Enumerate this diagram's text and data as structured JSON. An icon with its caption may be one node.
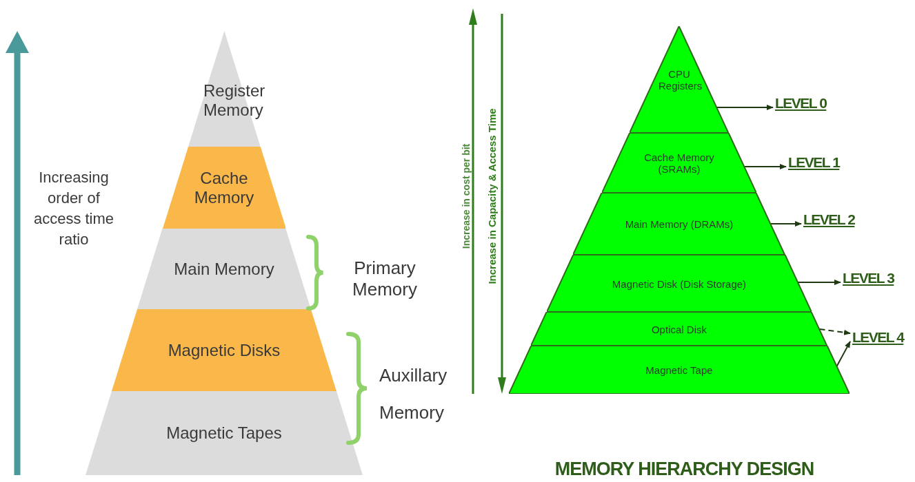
{
  "diagram": {
    "caption": "MEMORY HIERARCHY DESIGN",
    "nodes": [
      {
        "text": [
          "Register Memory"
        ]
      },
      {
        "text": [
          "Cache Memory"
        ]
      },
      {
        "text": [
          "Main Memory"
        ]
      },
      {
        "text": [
          "Magnetic Disks"
        ]
      },
      {
        "text": [
          "Magnetic Tapes"
        ]
      },
      {
        "text": [
          "CPU Registers"
        ]
      },
      {
        "text": [
          "Cache Memory (SRAMs)"
        ]
      },
      {
        "text": [
          "Main Memory (DRAMs)"
        ]
      },
      {
        "text": [
          "Magnetic Disk (Disk Storage)"
        ]
      },
      {
        "text": [
          "Optical Disk"
        ]
      },
      {
        "text": [
          "Magnetic Tape"
        ]
      },
      {
        "text": [
          "LEVEL 0"
        ]
      },
      {
        "text": [
          "LEVEL 1"
        ]
      },
      {
        "text": [
          "LEVEL 2"
        ]
      },
      {
        "text": [
          "LEVEL 3"
        ]
      },
      {
        "text": [
          "LEVEL 4"
        ]
      }
    ],
    "edges": [
      {
        "from": 5,
        "to": 11,
        "arrow": "to"
      },
      {
        "from": 6,
        "to": 12,
        "arrow": "to"
      },
      {
        "from": 7,
        "to": 13,
        "arrow": "to"
      },
      {
        "from": 8,
        "to": 14,
        "arrow": "to"
      },
      {
        "from": 9,
        "to": 15,
        "arrow": "to",
        "style": "dashed"
      },
      {
        "from": 10,
        "to": 15,
        "arrow": "to"
      }
    ],
    "labels": [
      "Increasing order of access time ratio",
      "Primary Memory",
      "Auxillary Memory",
      "Increase in cost per bit",
      "Increase in Capacity & Access Time"
    ]
  }
}
